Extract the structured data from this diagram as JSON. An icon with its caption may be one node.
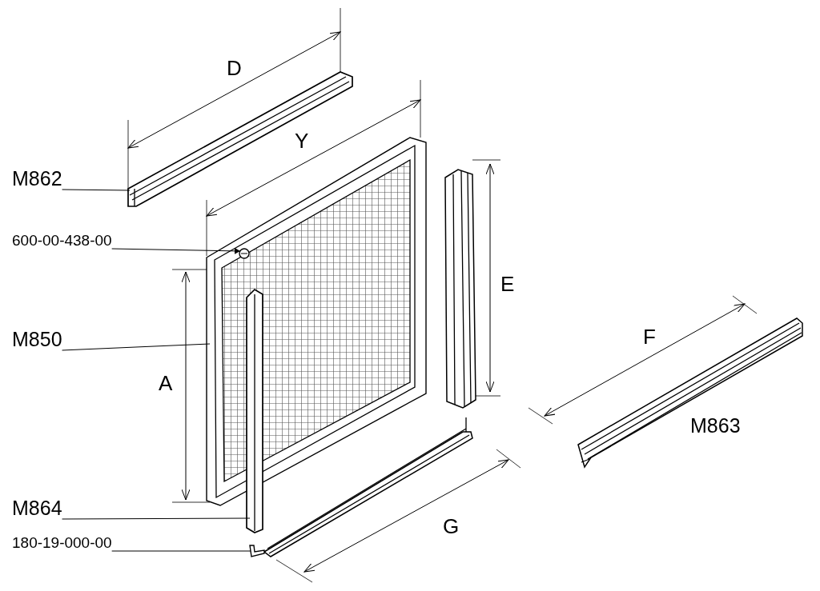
{
  "diagram": {
    "nodes": [
      {
        "text": [
          "M862"
        ]
      },
      {
        "text": [],
        "shape": "bar"
      },
      {
        "text": [
          "600-00-438-00"
        ]
      },
      {
        "text": [],
        "shape": "picture"
      },
      {
        "text": [],
        "shape": "picture",
        "in": 3
      },
      {
        "text": [
          "M850"
        ]
      },
      {
        "text": [
          "M864"
        ]
      },
      {
        "text": [],
        "shape": "bar"
      },
      {
        "text": [
          "180-19-000-00"
        ]
      },
      {
        "text": [],
        "shape": "picture"
      }
    ],
    "edges": [
      {
        "from": 0,
        "to": 1,
        "arrow": "none"
      },
      {
        "from": 2,
        "to": 4,
        "arrow": "to"
      },
      {
        "from": 5,
        "to": 3,
        "arrow": "none"
      },
      {
        "from": 6,
        "to": 7,
        "arrow": "none"
      },
      {
        "from": 8,
        "to": 9,
        "arrow": "none"
      }
    ],
    "labels": [
      "D",
      "Y",
      "E",
      "F",
      "M863",
      "A",
      "G"
    ]
  }
}
